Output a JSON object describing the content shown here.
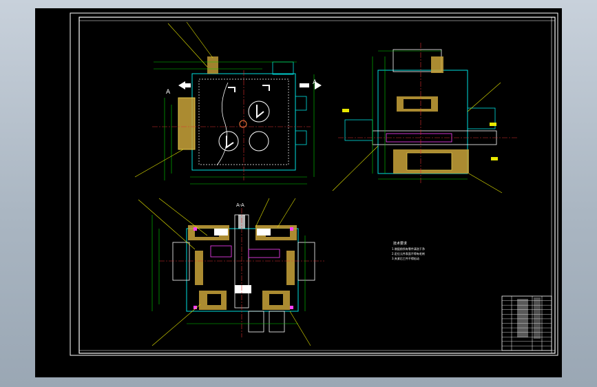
{
  "viewport": {
    "background": "#000000",
    "frame_color": "#ffffff"
  },
  "colors": {
    "frame": "#ffffff",
    "outline": "#00e0e0",
    "section": "#e6c84a",
    "dimension": "#00d400",
    "leader": "#e8e800",
    "centerline": "#e03030",
    "highlight": "#ff40ff",
    "part": "#ffffff"
  },
  "views": {
    "front_label_left": "A",
    "front_label_right": "A",
    "section_title": "A-A"
  },
  "notes": {
    "title": "技术要求",
    "lines": [
      "1.装配前所有零件清洗干净",
      "2.定位元件表面不得有毛刺",
      "3.夹紧后工件不得松动"
    ]
  },
  "title_block_rows": 12
}
